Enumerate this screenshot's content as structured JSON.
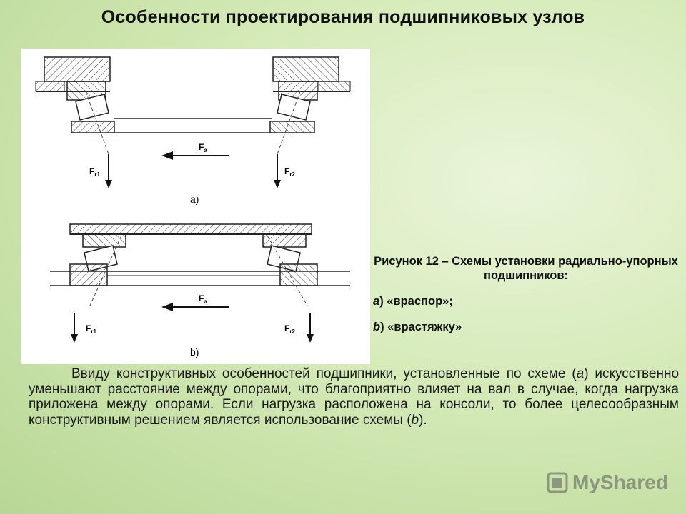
{
  "slide": {
    "title": "Особенности проектирования подшипниковых узлов"
  },
  "figure": {
    "label_a": "a)",
    "label_b": "b)",
    "force_axial": "F",
    "force_axial_sub": "a",
    "force_radial": "F",
    "force_radial_1_sub": "r1",
    "force_radial_2_sub": "r2"
  },
  "caption": {
    "title": "Рисунок 12 – Схемы установки радиально-упорных подшипников:",
    "item_a_letter": "а",
    "item_a_text": ") «враспор»;",
    "item_b_letter": "b",
    "item_b_text": ") «врастяжку»"
  },
  "body": {
    "part1": "Ввиду конструктивных особенностей подшипники, установленные по схеме (",
    "letter_a": "а",
    "part2": ") искусственно уменьшают расстояние между опорами, что благоприятно влияет на вал в случае, когда нагрузка приложена между опорами. Если нагрузка расположена на консоли, то более целесообразным конструктивным решением является использование схемы (",
    "letter_b": "b",
    "part3": ")."
  },
  "watermark": {
    "text": "MyShared"
  },
  "colors": {
    "background": "#d5eab8",
    "hatch": "#333333"
  }
}
